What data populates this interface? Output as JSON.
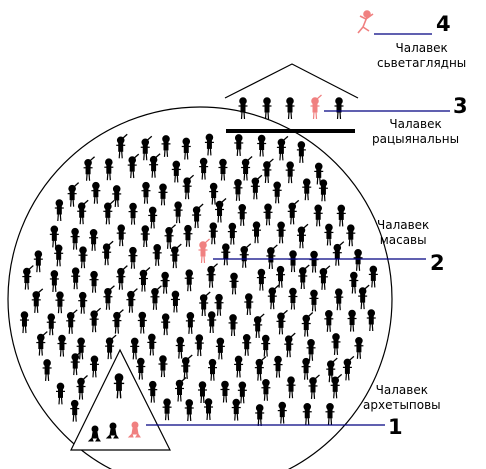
{
  "labels": {
    "l1": {
      "line1": "Чалавек",
      "line2": "архетыповы",
      "number": "1"
    },
    "l2": {
      "line1": "Чалавек",
      "line2": "масавы",
      "number": "2"
    },
    "l3": {
      "line1": "Чалавек",
      "line2": "рацыянальны",
      "number": "3"
    },
    "l4": {
      "line1": "Чалавек",
      "line2": "сьветаглядны",
      "number": "4"
    }
  },
  "colors": {
    "figure": "#000000",
    "highlight": "#f08080",
    "arrow": "#000080"
  }
}
